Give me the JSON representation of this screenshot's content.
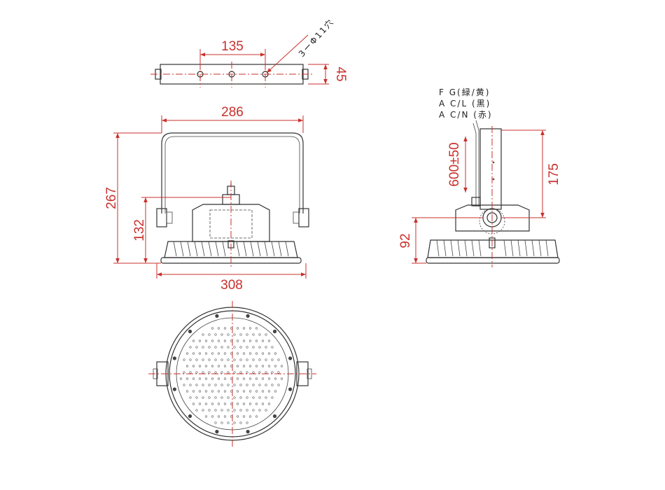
{
  "dimensions": {
    "bracket_hole_pitch": "135",
    "bracket_thickness": "45",
    "bracket_width": "286",
    "total_height": "267",
    "body_height": "132",
    "body_diameter": "308",
    "cable_length": "600±50",
    "side_bracket_height": "175",
    "side_body_height": "92"
  },
  "notes": {
    "hole_spec": "3ーΦ11穴",
    "wire_fg": "F G(緑/黄)",
    "wire_acl": "A C/L (黒)",
    "wire_acn": "A C/N (赤)"
  },
  "colors": {
    "dimension": "#c9302c",
    "outline": "#333333"
  }
}
